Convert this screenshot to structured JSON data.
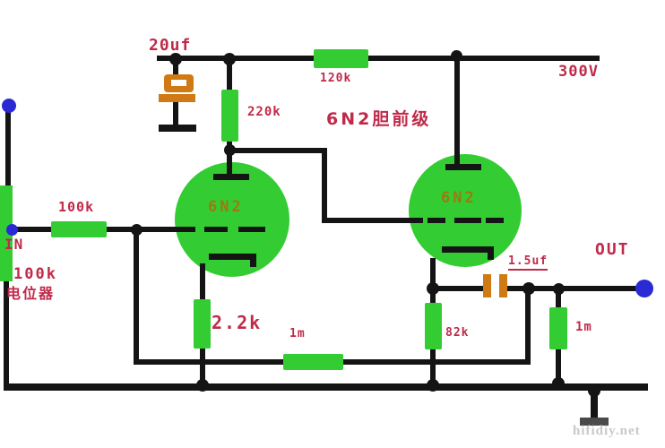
{
  "type": "circuit-schematic",
  "subject": "6N2 tube preamplifier stage",
  "labels": {
    "input_cap": "20uf",
    "plate_resistor_1": "220k",
    "plate_resistor_2": "120k",
    "heading": "6N2胆前级",
    "supply_voltage": "300V",
    "grid_resistor": "100k",
    "input": "IN",
    "pot_value": "100k",
    "pot_name": "电位器",
    "cathode_resistor_1": "2.2k",
    "feedback_resistor": "1m",
    "tube_1": "6N2",
    "tube_2": "6N2",
    "coupling_cap": "1.5uf",
    "output": "OUT",
    "cathode_resistor_2": "82k",
    "load_resistor": "1m",
    "watermark": "hifidiy.net"
  },
  "colors": {
    "component_green": "#33cc33",
    "label_red": "#c02a4a",
    "tube_text_olive": "#9c7a10",
    "capacitor_orange": "#cf7a15",
    "terminal_blue": "#2a2ad4",
    "ground_gray": "#4a4a4a",
    "watermark_gray": "#c9c9c9",
    "wire_black": "#141414"
  }
}
